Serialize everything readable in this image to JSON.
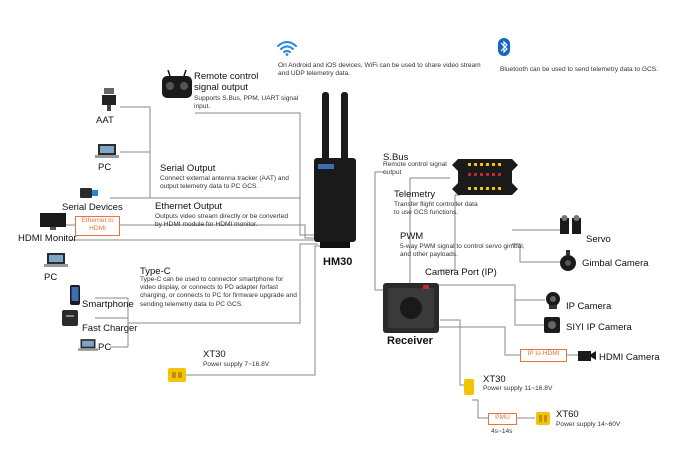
{
  "wifi_text": "On Android and iOS devices, WiFi can be used to share video stream and UDP telemetry data.",
  "bt_text": "Bluetooth can be used to send telemetry data to GCS.",
  "remote": {
    "title": "Remote control signal output",
    "desc": "Supports S.Bus, PPM, UART signal input."
  },
  "left": {
    "aat": "AAT",
    "pc1": "PC",
    "serial_devices": "Serial Devices",
    "hdmi_monitor": "HDMI Monitor",
    "ethernet_to_hdmi": "Ethernet to HDMI",
    "pc2": "PC",
    "smartphone": "Smartphone",
    "fast_charger": "Fast Charger",
    "pc3": "PC"
  },
  "serial_output": {
    "title": "Serial Output",
    "desc": "Connect external antenna tracker (AAT) and output telemetry data to PC GCS."
  },
  "ethernet_output": {
    "title": "Ethernet Output",
    "desc": "Outputs video stream directly or be converted by HDMI module for HDMI monitor."
  },
  "typec": {
    "title": "Type-C",
    "desc": "Type-C can be used to connector smartphone for video display, or connects to PD adapter forfast charging, or connects to PC for firmware upgrade and sending telemetry data to PC GCS."
  },
  "hm30": "HM30",
  "xt30_left": {
    "title": "XT30",
    "desc": "Power supply 7~16.8V"
  },
  "sbus": {
    "title": "S.Bus",
    "desc": "Remote control signal output"
  },
  "telemetry": {
    "title": "Telemetry",
    "desc": "Transfer flight controller data to use GCS functions."
  },
  "pwm": {
    "title": "PWM",
    "desc": "5-way PWM signal to control servo gimbal, and other payloads."
  },
  "servo": "Servo",
  "gimbal_camera": "Gimbal Camera",
  "camera_port": "Camera Port (IP)",
  "ip_camera": "IP Camera",
  "siyi_ip_camera": "SIYI IP Camera",
  "ip_to_hdmi": "IP to HDMI",
  "hdmi_camera": "HDMI Camera",
  "receiver": "Receiver",
  "xt30_right": {
    "title": "XT30",
    "desc": "Power supply  11~16.8V"
  },
  "pmu": "PMU",
  "pmu_time": "4s~14s",
  "xt60": {
    "title": "XT60",
    "desc": "Power supply 14~60V"
  },
  "colors": {
    "accent_orange": "#e8743b",
    "line_gray": "#8a8a8a",
    "bt_blue": "#1565c0",
    "wifi_blue": "#1e88e5",
    "device_black": "#1a1a1a"
  }
}
